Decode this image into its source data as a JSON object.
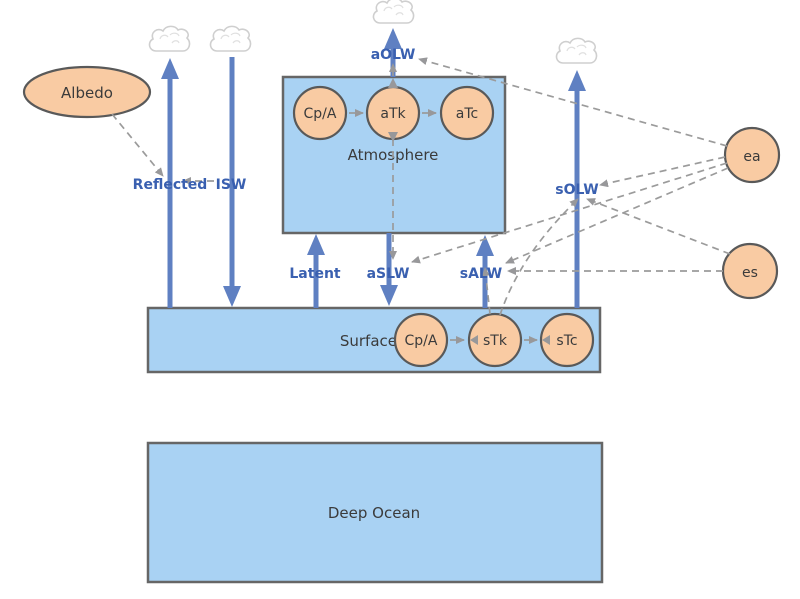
{
  "boxes": {
    "atmosphere": "Atmosphere",
    "surface": "Surface",
    "deep_ocean": "Deep Ocean"
  },
  "stocks": {
    "albedo": {
      "label": "Albedo"
    },
    "atm_cp_a": {
      "label": "Cp/A"
    },
    "a_tk": {
      "label": "aTk"
    },
    "a_tc": {
      "label": "aTc"
    },
    "sfc_cp_a": {
      "label": "Cp/A"
    },
    "s_tk": {
      "label": "sTk"
    },
    "s_tc": {
      "label": "sTc"
    },
    "ea": {
      "label": "ea"
    },
    "es": {
      "label": "es"
    }
  },
  "flows": {
    "reflected": {
      "label": "Reflected"
    },
    "isw": {
      "label": "ISW"
    },
    "latent": {
      "label": "Latent"
    },
    "aslw": {
      "label": "aSLW"
    },
    "salw": {
      "label": "sALW"
    },
    "aolw": {
      "label": "aOLW"
    },
    "solw": {
      "label": "sOLW"
    }
  },
  "icons": {
    "cloud": "cloud-icon"
  },
  "colors": {
    "stock_fill": "#F9CBA3",
    "stock_border": "#595959",
    "box_fill": "#A9D2F3",
    "box_border": "#666666",
    "flow_arrow": "#5F80C2",
    "flow_label_text": "#3A60B0",
    "influence_link": "#9B9B9B",
    "body_text": "#3B3B3B"
  }
}
